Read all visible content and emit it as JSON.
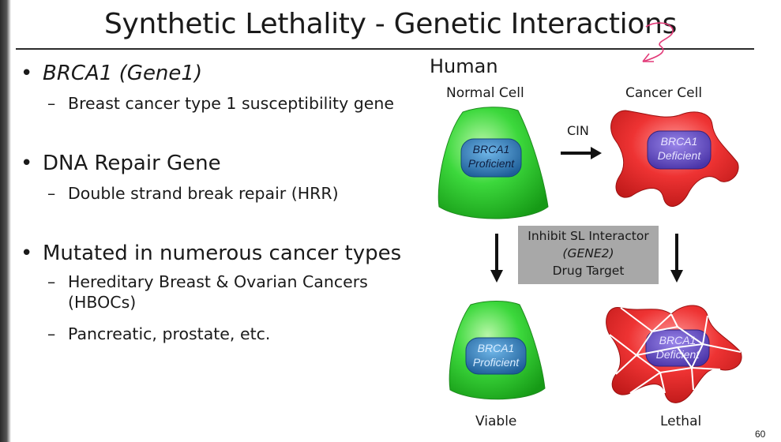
{
  "slide": {
    "title": "Synthetic Lethality - Genetic Interactions",
    "page_number": "60"
  },
  "bullets": [
    {
      "text": "BRCA1 (Gene1)",
      "italic": true,
      "sub": [
        {
          "line1": "Breast cancer type 1 susceptibility gene",
          "line2": ""
        }
      ]
    },
    {
      "text": "DNA Repair Gene",
      "italic": false,
      "sub": [
        {
          "line1": "Double strand break repair (HRR)",
          "line2": ""
        }
      ]
    },
    {
      "text": "Mutated in numerous cancer types",
      "italic": false,
      "sub": [
        {
          "line1": "Hereditary Breast & Ovarian Cancers",
          "line2": "(HBOCs)"
        },
        {
          "line1": "Pancreatic, prostate, etc.",
          "line2": ""
        }
      ]
    }
  ],
  "figure": {
    "heading": "Human",
    "normal_cell_label": "Normal Cell",
    "cancer_cell_label": "Cancer Cell",
    "transition_label": "CIN",
    "drug_target": {
      "line1": "Inhibit SL Interactor",
      "line2": "(GENE2)",
      "line3": "Drug Target"
    },
    "viable_label": "Viable",
    "lethal_label": "Lethal",
    "brca1": "BRCA1",
    "proficient": "Proficient",
    "deficient": "Deficient"
  },
  "colors": {
    "normal_cell": "#2fcf2f",
    "cancer_cell": "#e02626",
    "nucleus_blue": "#2a78b8",
    "nucleus_purple": "#6a4fc0",
    "drug_box": "#a8a8a8",
    "annotation": "#e23a78"
  }
}
